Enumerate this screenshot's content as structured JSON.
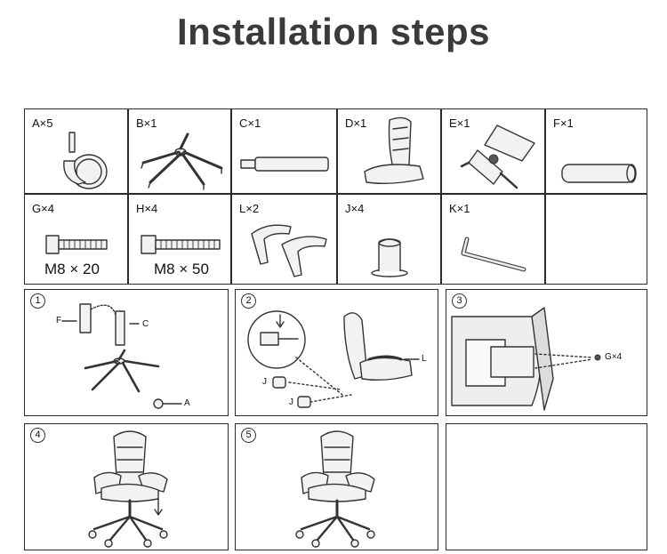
{
  "title": "Installation steps",
  "parts_row1": [
    {
      "label": "A×5",
      "icon": "caster-wheel-icon"
    },
    {
      "label": "B×1",
      "icon": "chair-base-icon"
    },
    {
      "label": "C×1",
      "icon": "gas-lift-icon"
    },
    {
      "label": "D×1",
      "icon": "seat-backrest-icon"
    },
    {
      "label": "E×1",
      "icon": "tilt-mechanism-icon"
    },
    {
      "label": "F×1",
      "icon": "cylinder-cover-icon"
    }
  ],
  "parts_row2": [
    {
      "label": "G×4",
      "spec": "M8 × 20",
      "icon": "short-bolt-icon"
    },
    {
      "label": "H×4",
      "spec": "M8 × 50",
      "icon": "long-bolt-icon"
    },
    {
      "label": "L×2",
      "icon": "armrest-icon"
    },
    {
      "label": "J×4",
      "icon": "cap-icon"
    },
    {
      "label": "K×1",
      "icon": "hex-key-icon"
    }
  ],
  "steps": [
    {
      "num": "1",
      "tags": {
        "f": "F",
        "c": "C",
        "a": "A"
      }
    },
    {
      "num": "2",
      "tags": {
        "l": "L",
        "j1": "J",
        "j2": "J"
      }
    },
    {
      "num": "3",
      "tags": {
        "g": "G×4"
      }
    },
    {
      "num": "4"
    },
    {
      "num": "5"
    }
  ]
}
